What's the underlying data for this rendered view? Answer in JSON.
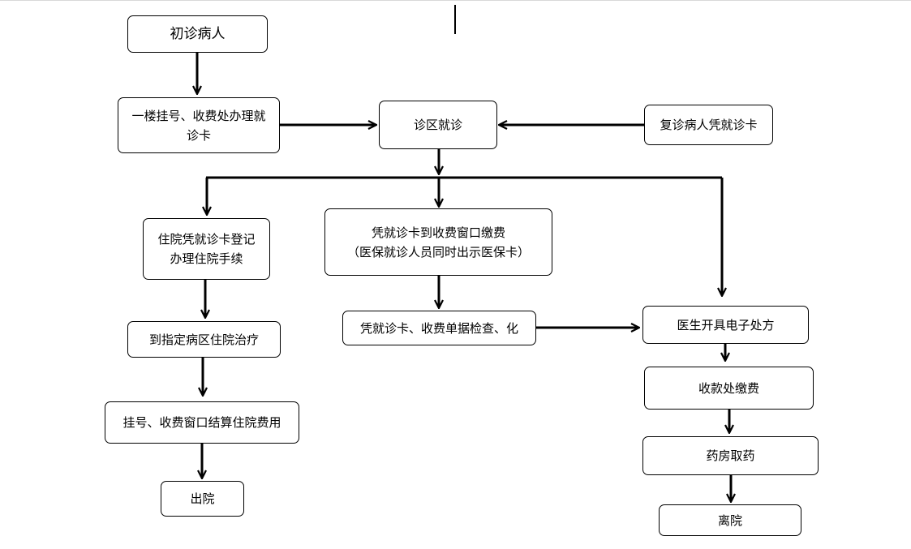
{
  "nodes": {
    "first_visit": "初诊病人",
    "register_card": "一楼挂号、收费处办理就\n诊卡",
    "clinic_visit": "诊区就诊",
    "return_visit": "复诊病人凭就诊卡",
    "hospitalization_register": "住院凭就诊卡登记\n办理住院手续",
    "payment_window": "凭就诊卡到收费窗口缴费\n（医保就诊人员同时出示医保卡）",
    "ward_treatment": "到指定病区住院治疗",
    "examination": "凭就诊卡、收费单据检查、化",
    "e_prescription": "医生开具电子处方",
    "settle_fees": "挂号、收费窗口结算住院费用",
    "pay_at_cashier": "收款处缴费",
    "discharge": "出院",
    "pharmacy": "药房取药",
    "leave": "离院"
  }
}
